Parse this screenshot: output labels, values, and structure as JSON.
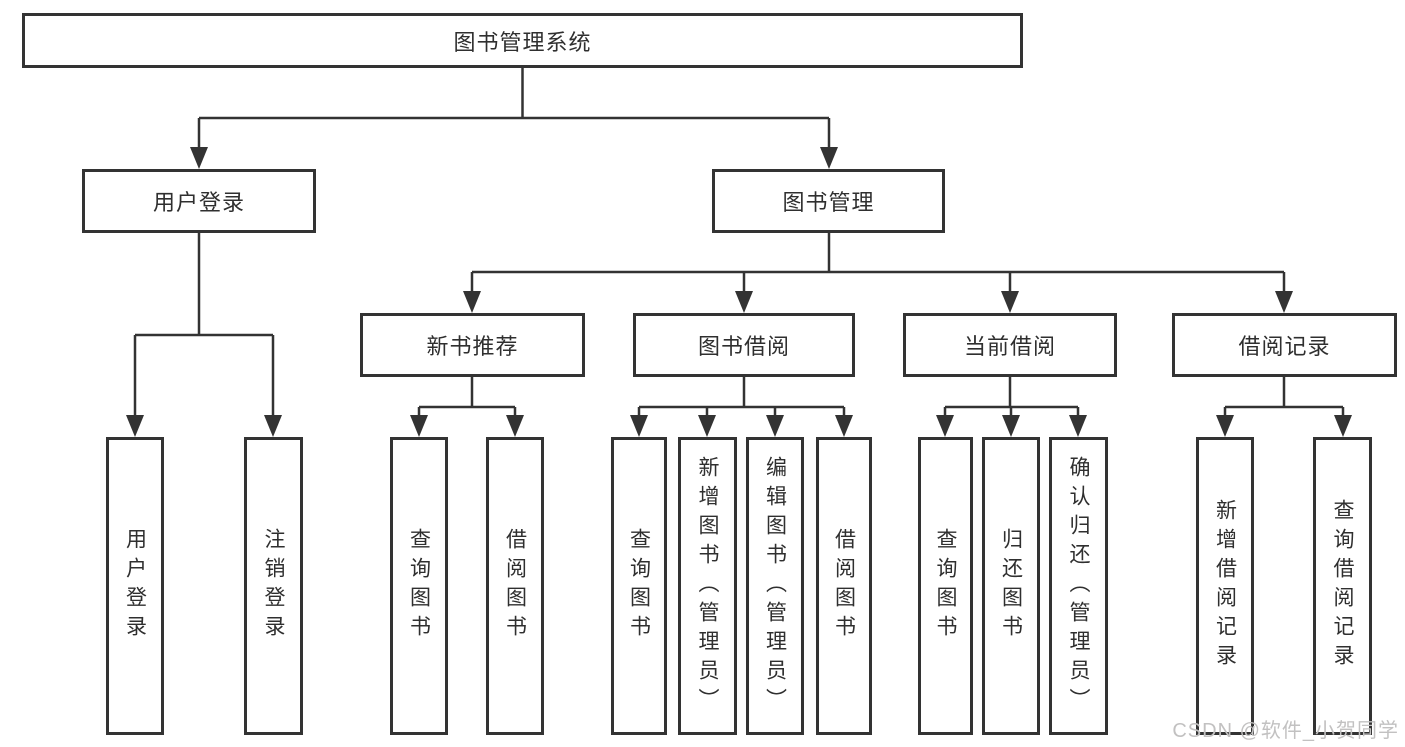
{
  "diagram": {
    "title": "图书管理系统",
    "branches": [
      {
        "label": "用户登录",
        "leaves": [
          "用户登录",
          "注销登录"
        ]
      },
      {
        "label": "图书管理",
        "children": [
          {
            "label": "新书推荐",
            "leaves": [
              "查询图书",
              "借阅图书"
            ]
          },
          {
            "label": "图书借阅",
            "leaves": [
              "查询图书",
              "新增图书（管理员）",
              "编辑图书（管理员）",
              "借阅图书"
            ]
          },
          {
            "label": "当前借阅",
            "leaves": [
              "查询图书",
              "归还图书",
              "确认归还（管理员）"
            ]
          },
          {
            "label": "借阅记录",
            "leaves": [
              "新增借阅记录",
              "查询借阅记录"
            ]
          }
        ]
      }
    ]
  },
  "watermark": "CSDN @软件_小贺同学",
  "colors": {
    "line": "#333333",
    "box_border": "#333333",
    "text": "#2f2f2f",
    "watermark": "#c2c1c1",
    "background": "#ffffff"
  }
}
